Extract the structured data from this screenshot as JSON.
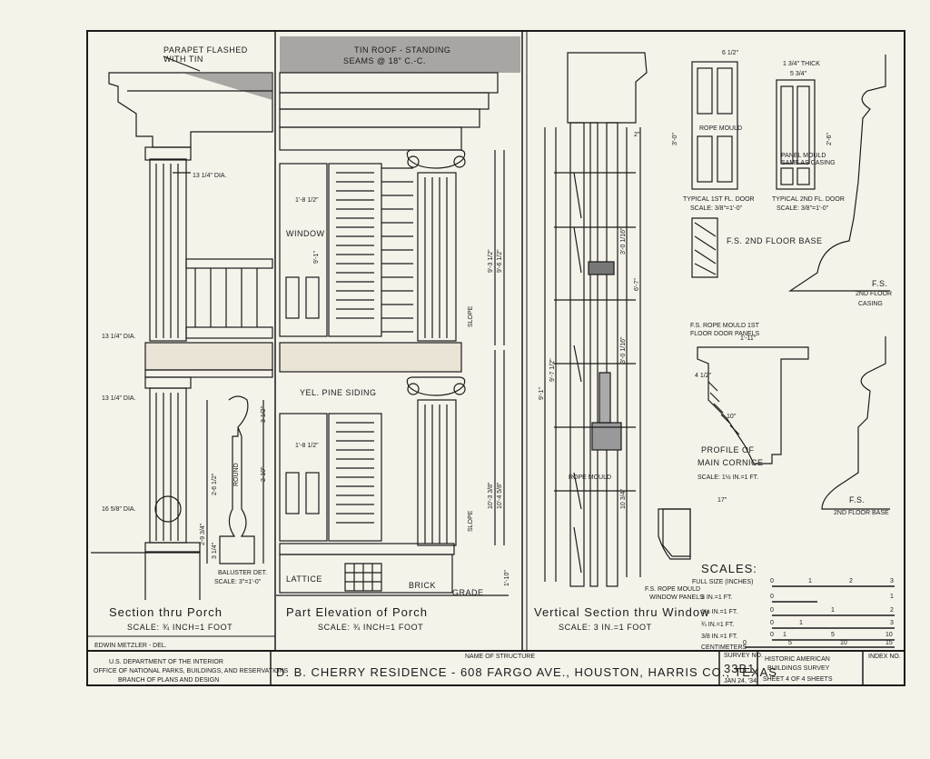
{
  "drawings": {
    "porch_section": {
      "title": "Section thru Porch",
      "scale": "SCALE: ¾ INCH=1 FOOT",
      "notes": {
        "parapet": "PARAPET FLASHED",
        "parapet2": "WITH TIN",
        "dia_top": "13 1/4\" DIA.",
        "dia_mid": "13 1/4\" DIA.",
        "dia_low": "13 1/4\" DIA.",
        "dia_base": "16 5/8\" DIA.",
        "baluster": "BALUSTER DET.",
        "baluster_scale": "SCALE: 3\"=1'-0\"",
        "round": "ROUND",
        "dim1": "2-9 3/4\"",
        "dim2": "2-6 1/2\"",
        "dim3": "2-10\"",
        "dim4": "3 1/2\"",
        "dim5": "3 1/4\""
      }
    },
    "porch_elevation": {
      "title": "Part Elevation of Porch",
      "scale": "SCALE: ¾ INCH=1 FOOT",
      "notes": {
        "roof": "TIN ROOF - STANDING",
        "roof2": "SEAMS @ 18\" C.-C.",
        "window": "WINDOW",
        "siding": "YEL. PINE SIDING",
        "lattice": "LATTICE",
        "brick": "BRICK",
        "grade": "GRADE",
        "slope": "SLOPE",
        "d1": "9'-3 1/2\"",
        "d2": "9'-6 1/2\"",
        "d3": "10'-3 3/8\"",
        "d4": "10'-4 5/8\"",
        "d5": "1'-8 1/2\"",
        "d6": "1'-10\"",
        "d7": "1'-8 1/2\"",
        "d8": "9'-1\""
      }
    },
    "window_section": {
      "title": "Vertical Section thru Window",
      "scale": "SCALE: 3 IN.=1 FOOT",
      "notes": {
        "d1": "3'-0 1/16\"",
        "d2": "3'-0 1/16\"",
        "d3": "6'-7\"",
        "d4": "9'-1\"",
        "d5": "9'-7 1/2\"",
        "d6": "10 3/4\"",
        "d7": "2\"",
        "rope": "ROPE MOULD",
        "fs": "F.S. ROPE MOULD",
        "fs2": "WINDOW PANELS"
      }
    },
    "details": {
      "door1": "TYPICAL 1ST FL. DOOR",
      "door1_scale": "SCALE: 3/8\"=1'-0\"",
      "door2": "TYPICAL 2ND FL. DOOR",
      "door2_scale": "SCALE: 3/8\"=1'-0\"",
      "thick": "1 3/4\" THICK",
      "rope_mould": "ROPE MOULD",
      "panel_mould": "PANEL MOULD",
      "panel_mould2": "SAME AS CASING",
      "w1": "3'-0\"",
      "w2": "2'-6\"",
      "w3": "6 1/2\"",
      "w4": "5 3/4\"",
      "fs_base2": "F.S. 2ND FLOOR BASE",
      "fs_casing": "F.S.",
      "fs_casing2": "2ND FLOOR",
      "fs_casing3": "CASING",
      "fs_rope": "F.S. ROPE MOULD 1ST",
      "fs_rope2": "FLOOR DOOR PANELS",
      "cornice": "PROFILE OF",
      "cornice2": "MAIN CORNICE",
      "cornice_scale": "SCALE: 1½ IN.=1 FT.",
      "c1": "1'-11\"",
      "c2": "10\"",
      "c3": "17\"",
      "c4": "4 1/2\"",
      "fs_base": "F.S.",
      "fs_base_b": "2ND FLOOR BASE"
    },
    "scales": {
      "heading": "SCALES:",
      "rows": [
        {
          "label": "FULL SIZE (INCHES)",
          "ticks": [
            "0",
            "1",
            "2",
            "3"
          ]
        },
        {
          "label": "3 IN.=1 FT.",
          "ticks": [
            "0",
            "1"
          ]
        },
        {
          "label": "1½ IN.=1 FT.",
          "ticks": [
            "0",
            "1",
            "2"
          ]
        },
        {
          "label": "¾ IN.=1 FT.",
          "ticks": [
            "0",
            "1",
            "3"
          ]
        },
        {
          "label": "3/8 IN.=1 FT.",
          "ticks": [
            "0",
            "1",
            "5",
            "10"
          ]
        },
        {
          "label": "CENTIMETERS",
          "ticks": [
            "0",
            "5",
            "10",
            "15"
          ]
        }
      ]
    }
  },
  "signature": "EDWIN METZLER - DEL.",
  "title_block": {
    "dept1": "U.S. DEPARTMENT OF THE INTERIOR",
    "dept2": "OFFICE OF NATIONAL PARKS, BUILDINGS, AND RESERVATIONS",
    "dept3": "BRANCH OF PLANS AND DESIGN",
    "name_label": "NAME OF STRUCTURE",
    "name": "D. B. CHERRY RESIDENCE - 608 FARGO AVE., HOUSTON, HARRIS CO., TEXAS",
    "survey_label": "SURVEY NO.",
    "survey_no": "33B1",
    "date": "JAN 24, '34",
    "habs1": "HISTORIC AMERICAN",
    "habs2": "BUILDINGS SURVEY",
    "sheet": "SHEET 4 OF 4 SHEETS",
    "index_label": "INDEX NO."
  },
  "colors": {
    "paper": "#f5f2ea",
    "ink": "#1b1b1b"
  }
}
